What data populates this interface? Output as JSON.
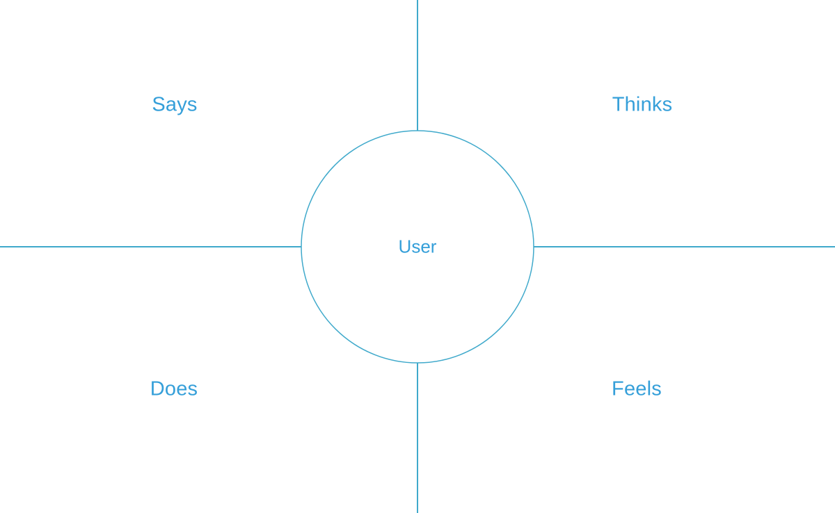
{
  "diagram": {
    "type": "empathy-map",
    "center_label": "User",
    "quadrants": [
      {
        "position": "top-left",
        "label": "Says"
      },
      {
        "position": "top-right",
        "label": "Thinks"
      },
      {
        "position": "bottom-left",
        "label": "Does"
      },
      {
        "position": "bottom-right",
        "label": "Feels"
      }
    ],
    "colors": {
      "background": "#ffffff",
      "line_stroke": "#3fa9cb",
      "label_text": "#359fd9",
      "circle_fill": "#ffffff"
    }
  }
}
